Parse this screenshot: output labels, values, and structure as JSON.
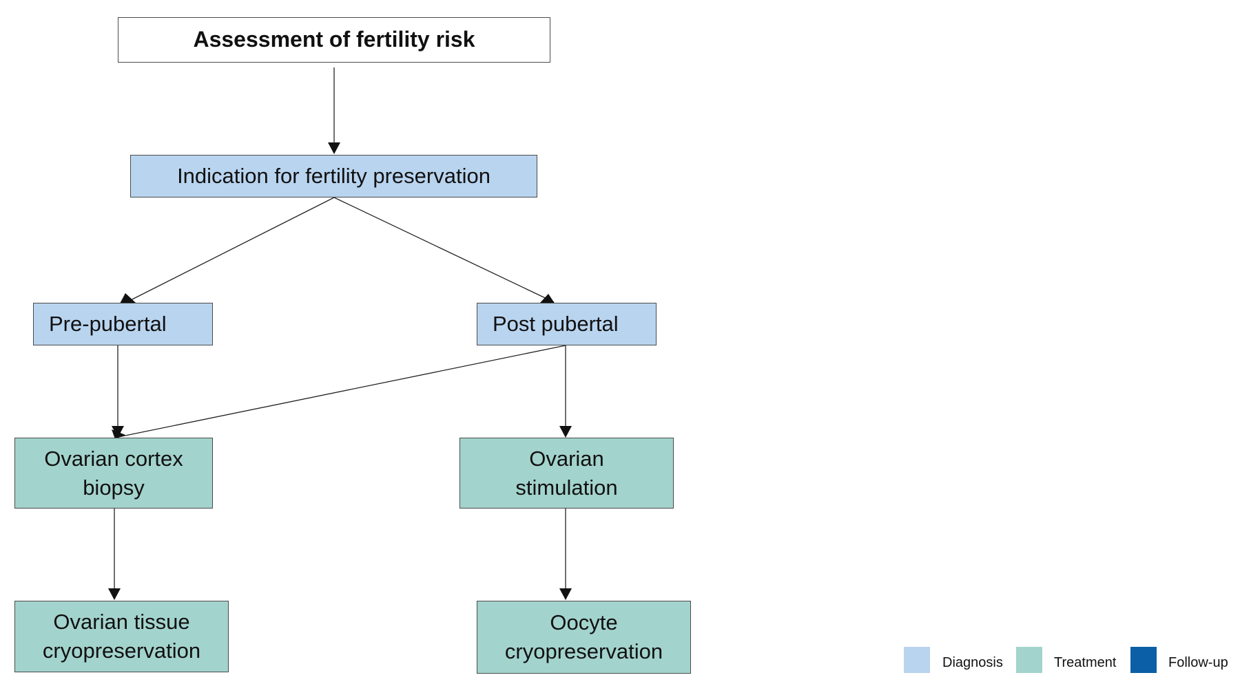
{
  "colors": {
    "diagnosis": "#b9d4ef",
    "treatment": "#a3d3cd",
    "follow_up": "#0a5fa6",
    "start": "#ffffff",
    "line": "#222222"
  },
  "nodes": {
    "assessment": "Assessment of fertility risk",
    "indication": "Indication for fertility preservation",
    "pre_pubertal": "Pre-pubertal",
    "post_pubertal": "Post pubertal",
    "ovarian_cortex_biopsy": [
      "Ovarian cortex",
      "biopsy"
    ],
    "ovarian_stimulation": [
      "Ovarian",
      "stimulation"
    ],
    "ovarian_tissue_cryo": [
      "Ovarian tissue",
      "cryopreservation"
    ],
    "oocyte_cryo": [
      "Oocyte",
      "cryopreservation"
    ]
  },
  "edges": [
    [
      "assessment",
      "indication"
    ],
    [
      "indication",
      "pre_pubertal"
    ],
    [
      "indication",
      "post_pubertal"
    ],
    [
      "pre_pubertal",
      "ovarian_cortex_biopsy"
    ],
    [
      "post_pubertal",
      "ovarian_cortex_biopsy"
    ],
    [
      "post_pubertal",
      "ovarian_stimulation"
    ],
    [
      "ovarian_cortex_biopsy",
      "ovarian_tissue_cryo"
    ],
    [
      "ovarian_stimulation",
      "oocyte_cryo"
    ]
  ],
  "legend": {
    "diagnosis": "Diagnosis",
    "treatment": "Treatment",
    "follow_up": "Follow-up"
  }
}
